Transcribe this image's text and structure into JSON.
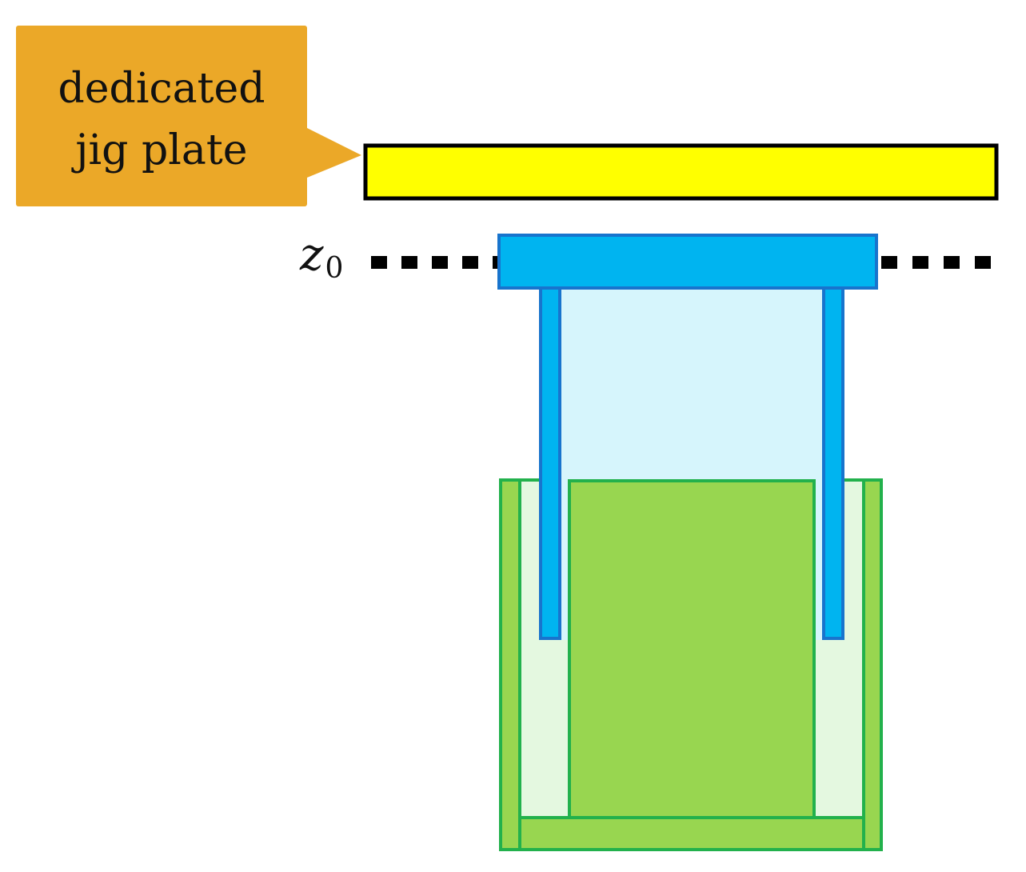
{
  "callout": {
    "line1": "dedicated",
    "line2": "jig plate"
  },
  "level_label": {
    "symbol": "z",
    "subscript": "0"
  },
  "colors": {
    "callout_fill": "#EBA828",
    "jig_plate_fill": "#FFFF00",
    "jig_plate_stroke": "#000000",
    "blue_part_fill": "#00B4F0",
    "blue_part_stroke": "#1874CD",
    "blue_interior_fill": "#D6F5FC",
    "green_outer_fill": "#98D650",
    "green_outer_stroke": "#22B14C",
    "green_light_fill": "#E4F8E0",
    "dotted_line": "#000000"
  }
}
